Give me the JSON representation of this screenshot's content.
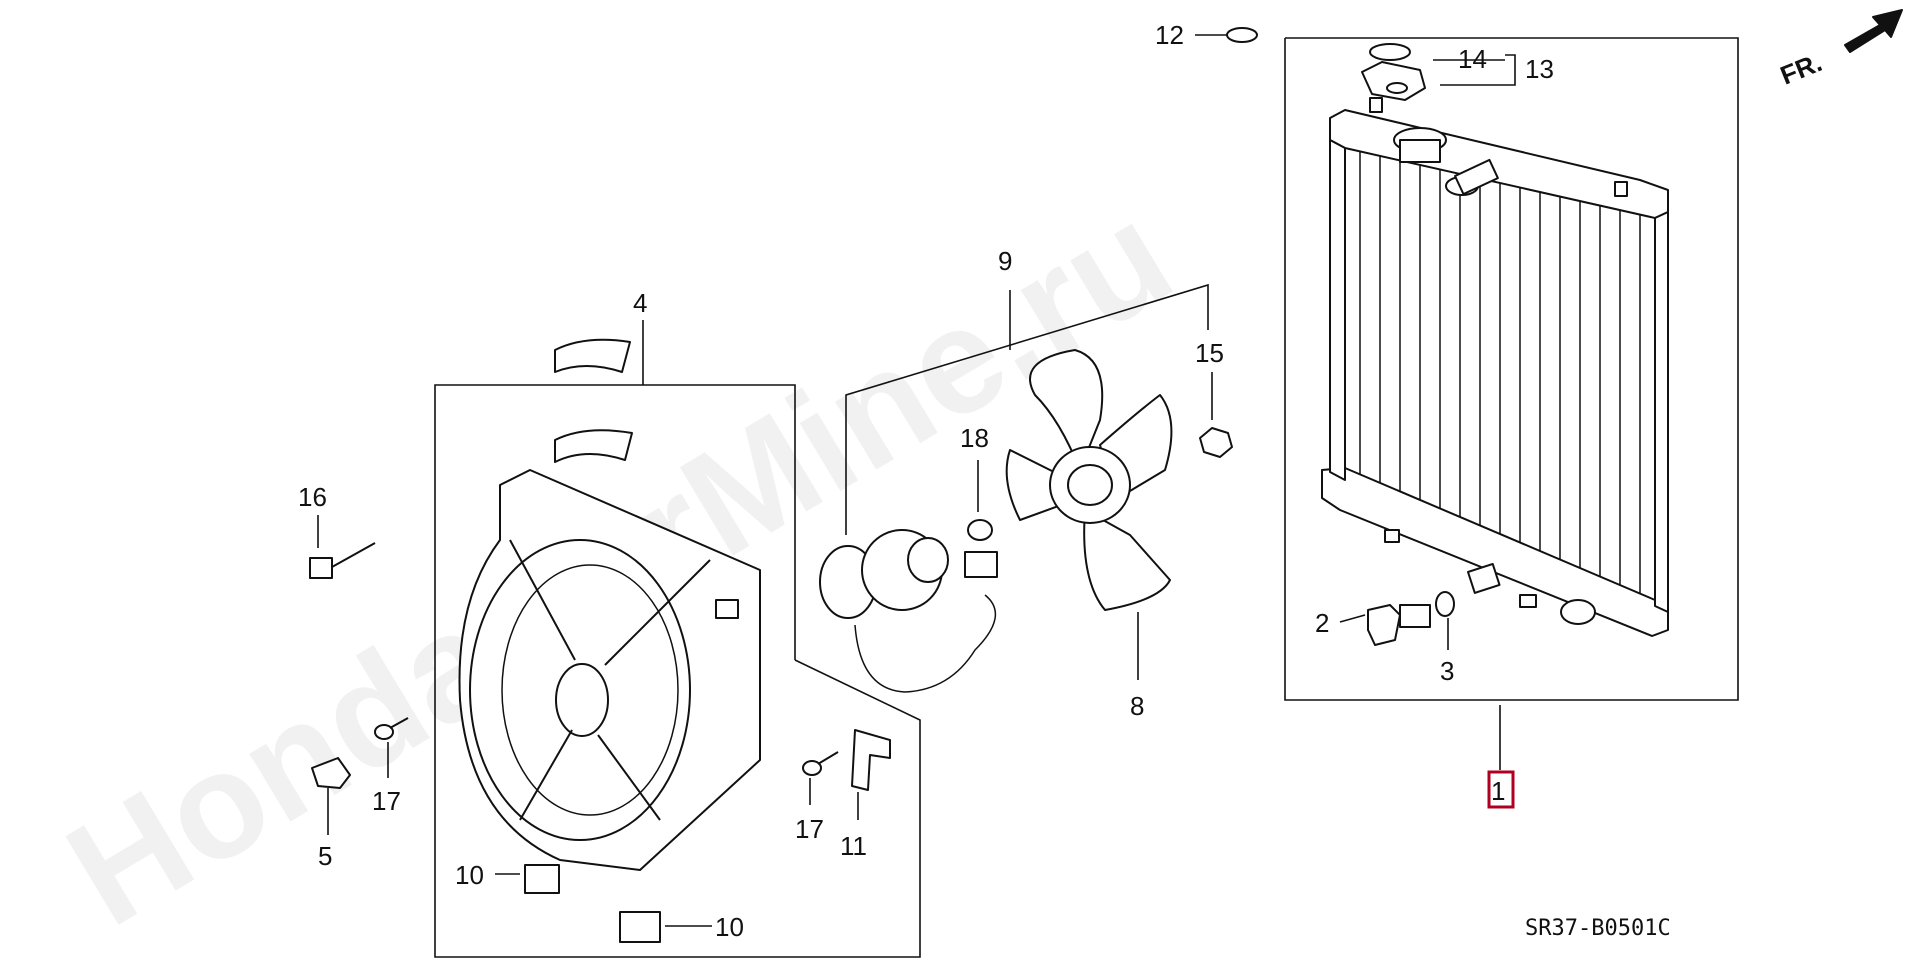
{
  "diagram": {
    "watermark": "HondaCarMine.ru",
    "direction_label": "FR.",
    "diagram_code": "SR37-B0501C",
    "highlighted_part": "1",
    "part_labels": [
      {
        "id": "1",
        "text": "1"
      },
      {
        "id": "2",
        "text": "2"
      },
      {
        "id": "3",
        "text": "3"
      },
      {
        "id": "4",
        "text": "4"
      },
      {
        "id": "5",
        "text": "5"
      },
      {
        "id": "8",
        "text": "8"
      },
      {
        "id": "9",
        "text": "9"
      },
      {
        "id": "10a",
        "text": "10"
      },
      {
        "id": "10b",
        "text": "10"
      },
      {
        "id": "11",
        "text": "11"
      },
      {
        "id": "12",
        "text": "12"
      },
      {
        "id": "13",
        "text": "13"
      },
      {
        "id": "14",
        "text": "14"
      },
      {
        "id": "15",
        "text": "15"
      },
      {
        "id": "16",
        "text": "16"
      },
      {
        "id": "17a",
        "text": "17"
      },
      {
        "id": "17b",
        "text": "17"
      },
      {
        "id": "18",
        "text": "18"
      }
    ],
    "colors": {
      "line": "#111111",
      "highlight": "#b00020",
      "watermark": "#f1f1f1"
    }
  }
}
